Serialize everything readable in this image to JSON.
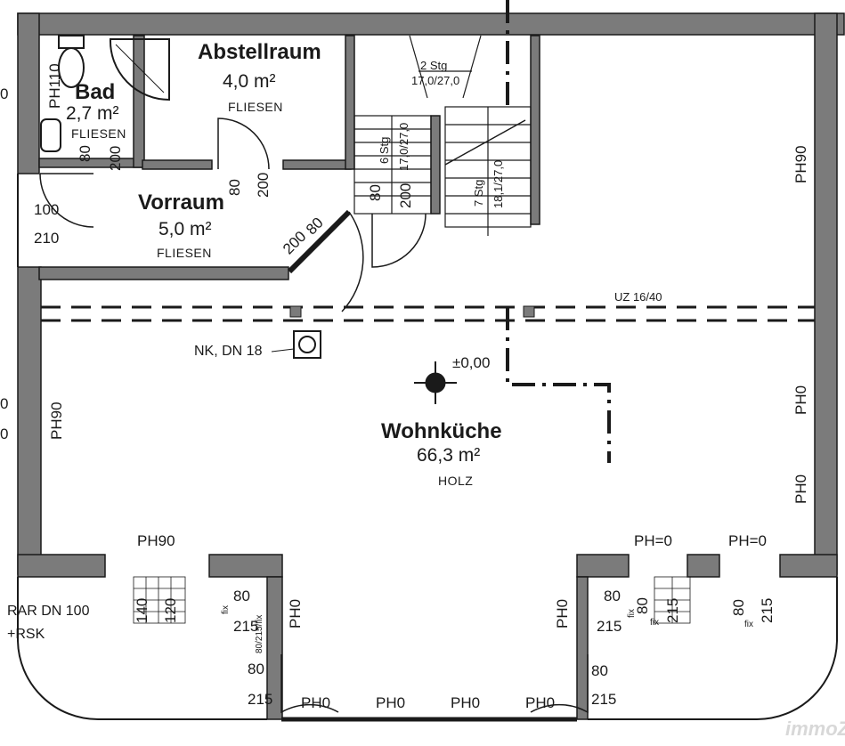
{
  "rooms": {
    "bad": {
      "name": "Bad",
      "area": "2,7 m²",
      "material": "FLIESEN"
    },
    "abstell": {
      "name": "Abstellraum",
      "area": "4,0 m²",
      "material": "FLIESEN"
    },
    "vorraum": {
      "name": "Vorraum",
      "area": "5,0 m²",
      "material": "FLIESEN"
    },
    "wohnkueche": {
      "name": "Wohnküche",
      "area": "66,3 m²",
      "material": "HOLZ"
    }
  },
  "stairs": {
    "upper": {
      "steps": "2 Stg",
      "dims": "17,0/27,0"
    },
    "left": {
      "steps": "6 Stg",
      "dims": "17,0/27,0"
    },
    "right": {
      "steps": "7 Stg",
      "dims": "18,1/27,0"
    }
  },
  "annotations": {
    "uz": "UZ 16/40",
    "nk": "NK, DN 18",
    "level": "±0,00",
    "rar": "RAR DN 100",
    "rsk": "+RSK",
    "watermark": "immoZ"
  },
  "windows": {
    "ph110": "PH110",
    "ph90_right": "PH90",
    "ph90_left": "PH90",
    "ph90_bottom": "PH90",
    "ph0_right_a": "PH0",
    "ph0_right_b": "PH0",
    "ph_eq0_a": "PH=0",
    "ph_eq0_b": "PH=0",
    "ph0_left_pier": "PH0",
    "ph0_right_pier": "PH0",
    "ph0_bottom_1": "PH0",
    "ph0_bottom_2": "PH0",
    "ph0_bottom_3": "PH0",
    "ph0_bottom_4": "PH0"
  },
  "dimensions": {
    "bad_door_w": "80",
    "bad_door_h": "200",
    "abst_door_w": "80",
    "abst_door_h": "200",
    "stair_door_w": "80",
    "stair_door_h": "200",
    "diag_door_w": "80",
    "diag_door_h": "200",
    "entry_w": "100",
    "entry_h": "210",
    "left_win_a": "140",
    "left_win_b": "120",
    "lp_w": "80",
    "lp_h": "215",
    "lp_fix": "fix",
    "lp_sub": "80/215/fix",
    "lp_door_w": "80",
    "lp_door_h": "215",
    "rp_w": "80",
    "rp_h": "215",
    "rp_fix": "fix",
    "rp_fix2": "fix",
    "rp_win_a": "80",
    "rp_win_b": "215",
    "rw_a": "80",
    "rw_b": "215",
    "rw_fix": "fix",
    "rp_door_w": "80",
    "rp_door_h": "215",
    "edge_0a": "0",
    "edge_0b": "0",
    "edge_0c": "0"
  },
  "colors": {
    "wall": "#7b7b7b",
    "line": "#1a1a1a"
  }
}
